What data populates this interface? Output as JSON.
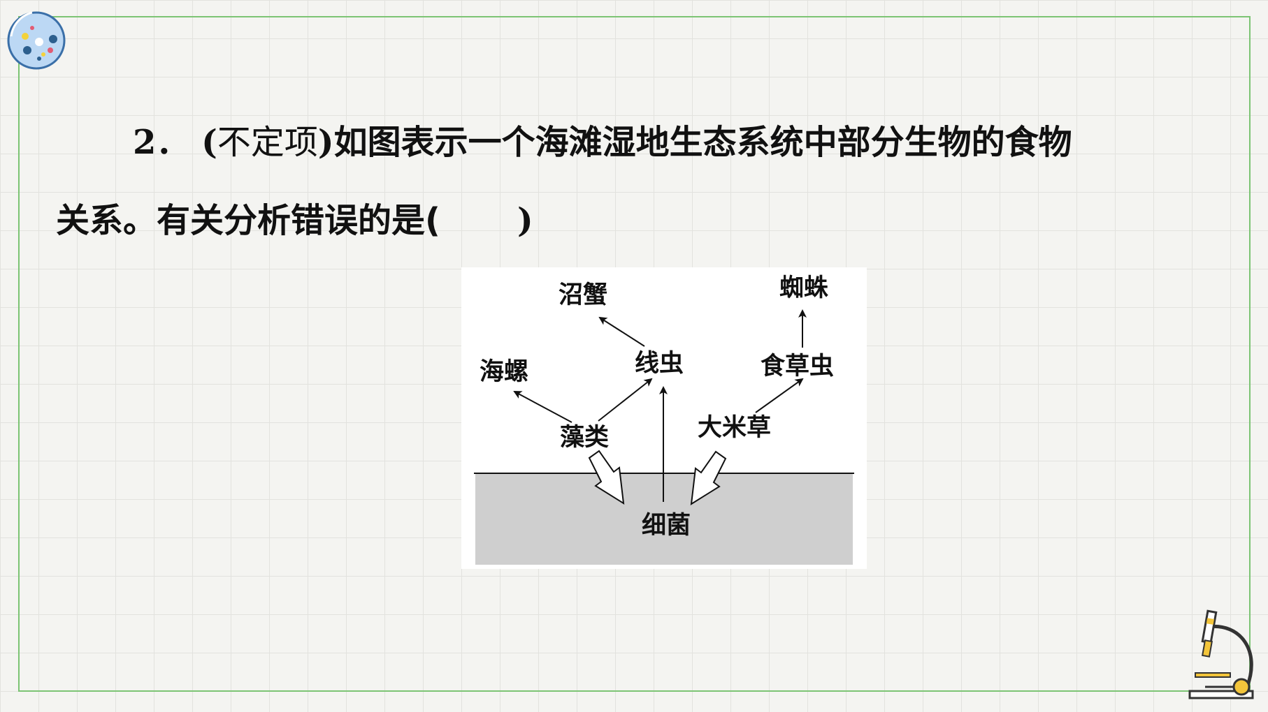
{
  "question": {
    "number": "2．",
    "open_paren": "(",
    "type": "不定项",
    "close_paren": ")",
    "line1_text": "如图表示一个海滩湿地生态系统中部分生物的食物",
    "line2_text": "关系。有关分析错误的是(",
    "line2_close": ")"
  },
  "diagram": {
    "organisms": {
      "crab": "沼蟹",
      "spider": "蜘蛛",
      "nematode": "线虫",
      "snail": "海螺",
      "insect": "食草虫",
      "algae": "藻类",
      "grass": "大米草",
      "bacteria": "细菌"
    },
    "colors": {
      "soil": "#cfcfcf",
      "frame": "#7cc474",
      "grid": "#e2e2de"
    }
  }
}
